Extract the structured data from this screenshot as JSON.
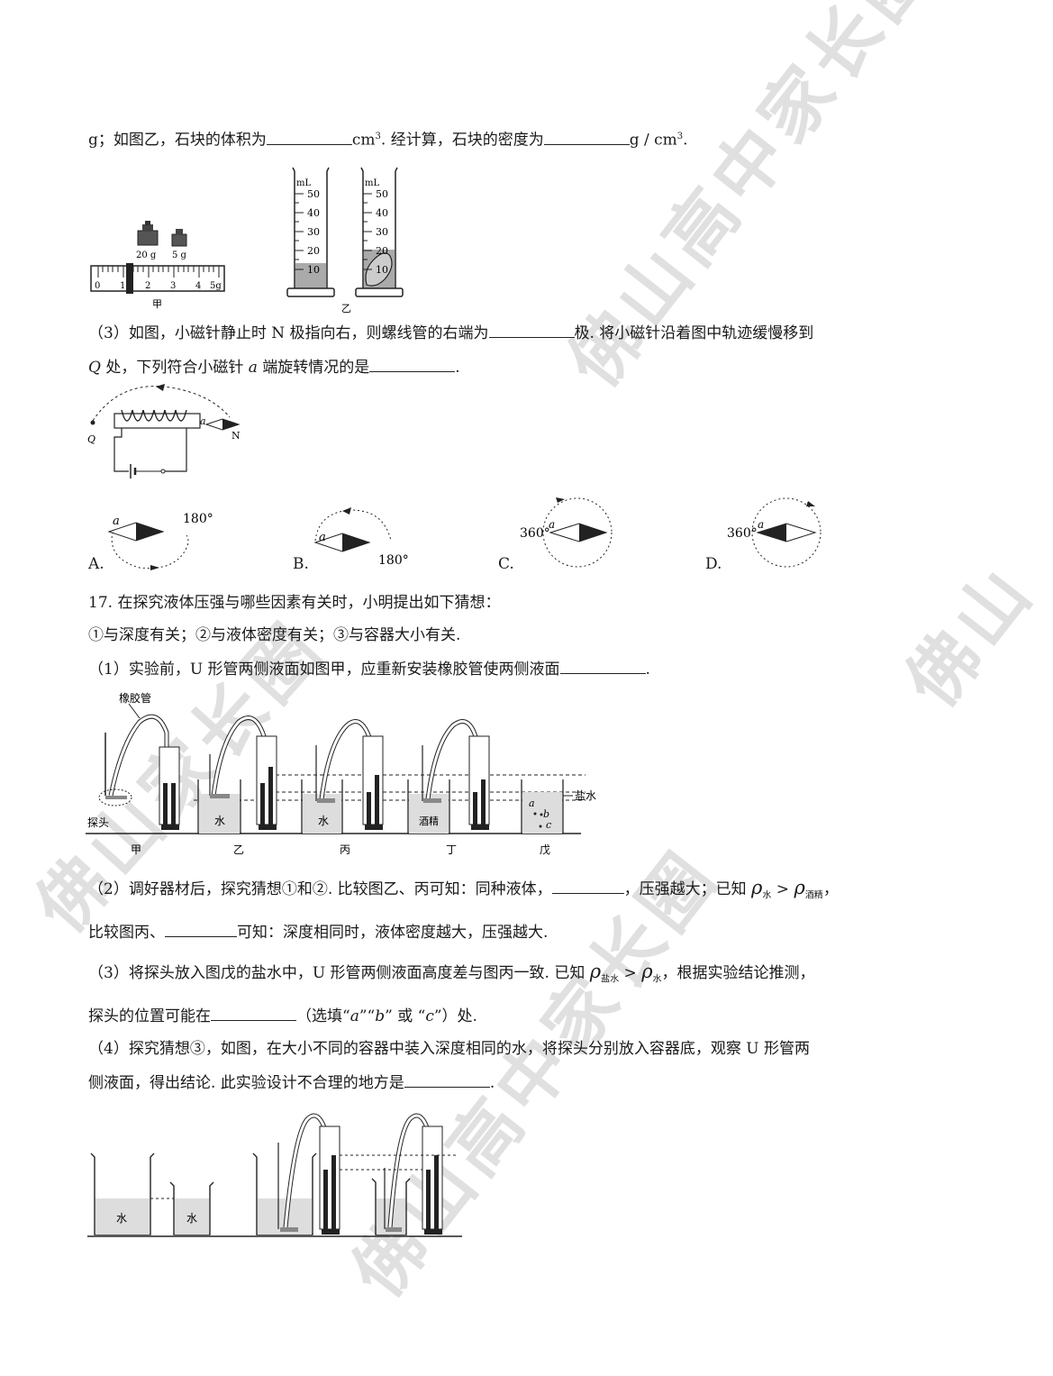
{
  "q16": {
    "line_gy": {
      "a": "g；如图乙，石块的体积为",
      "b": "cm",
      "c": "3",
      "d": ". 经计算，石块的密度为",
      "e": "g / cm",
      "f": "3",
      "g": "."
    },
    "fig_jia": {
      "w20": "20 g",
      "w5": "5 g",
      "ticks": [
        "0",
        "1",
        "2",
        "3",
        "4",
        "5g"
      ],
      "label": "甲"
    },
    "fig_yi": {
      "unit": "mL",
      "ticks": [
        "50",
        "40",
        "30",
        "20",
        "10"
      ],
      "label": "乙"
    },
    "part3_line1": {
      "a": "（3）如图，小磁针静止时 N 极指向右，则螺线管的右端为",
      "b": "极. 将小磁针沿着图中轨迹缓慢移到"
    },
    "part3_line2": {
      "q": "Q",
      "a": " 处，下列符合小磁针 ",
      "var": "a",
      "b": " 端旋转情况的是",
      "c": "."
    },
    "coil_fig": {
      "q": "Q",
      "a": "a",
      "n": "N"
    },
    "options": [
      {
        "letter": "A.",
        "angle": "180°",
        "a": "a"
      },
      {
        "letter": "B.",
        "angle": "180°",
        "a": "a"
      },
      {
        "letter": "C.",
        "angle": "360°",
        "a": "a"
      },
      {
        "letter": "D.",
        "angle": "360°",
        "a": "a"
      }
    ]
  },
  "q17": {
    "title": "17. 在探究液体压强与哪些因素有关时，小明提出如下猜想：",
    "hyp": "①与深度有关；②与液体密度有关；③与容器大小有关.",
    "p1": {
      "a": "（1）实验前，U 形管两侧液面如图甲，应重新安装橡胶管使两侧液面",
      "b": "."
    },
    "fig": {
      "tube_label": "橡胶管",
      "probe_label": "探头",
      "water": "水",
      "alcohol": "酒精",
      "brine": "盐水",
      "pts": [
        "a",
        "b",
        "c"
      ],
      "labels": [
        "甲",
        "乙",
        "丙",
        "丁",
        "戊"
      ]
    },
    "p2a": {
      "a": "（2）调好器材后，探究猜想①和②. 比较图乙、丙可知：同种液体，",
      "b": "，压强越大；已知 ",
      "rho": "ρ",
      "s1": "水",
      "gt": " > ",
      "s2": "酒精",
      "c": "，"
    },
    "p2b": {
      "a": "比较图丙、",
      "b": "可知：深度相同时，液体密度越大，压强越大."
    },
    "p3a": {
      "a": "（3）将探头放入图戊的盐水中，U 形管两侧液面高度差与图丙一致. 已知 ",
      "rho": "ρ",
      "s1": "盐水",
      "gt": " > ",
      "s2": "水",
      "b": "，根据实验结论推测，"
    },
    "p3b": {
      "a": "探头的位置可能在",
      "b": "（选填“",
      "c1": "a",
      "d": "”“",
      "c2": "b",
      "e": "” 或 “",
      "c3": "c",
      "f": "”）处."
    },
    "p4a": "（4）探究猜想③，如图，在大小不同的容器中装入深度相同的水，将探头分别放入容器底，观察 U 形管两",
    "p4b": {
      "a": "侧液面，得出结论. 此实验设计不合理的地方是",
      "b": "."
    },
    "fig4": {
      "water1": "水",
      "water2": "水"
    }
  },
  "watermarks": [
    "佛山高中家长圈",
    "佛山家长圈",
    "佛山高中家长圈",
    "佛山"
  ]
}
